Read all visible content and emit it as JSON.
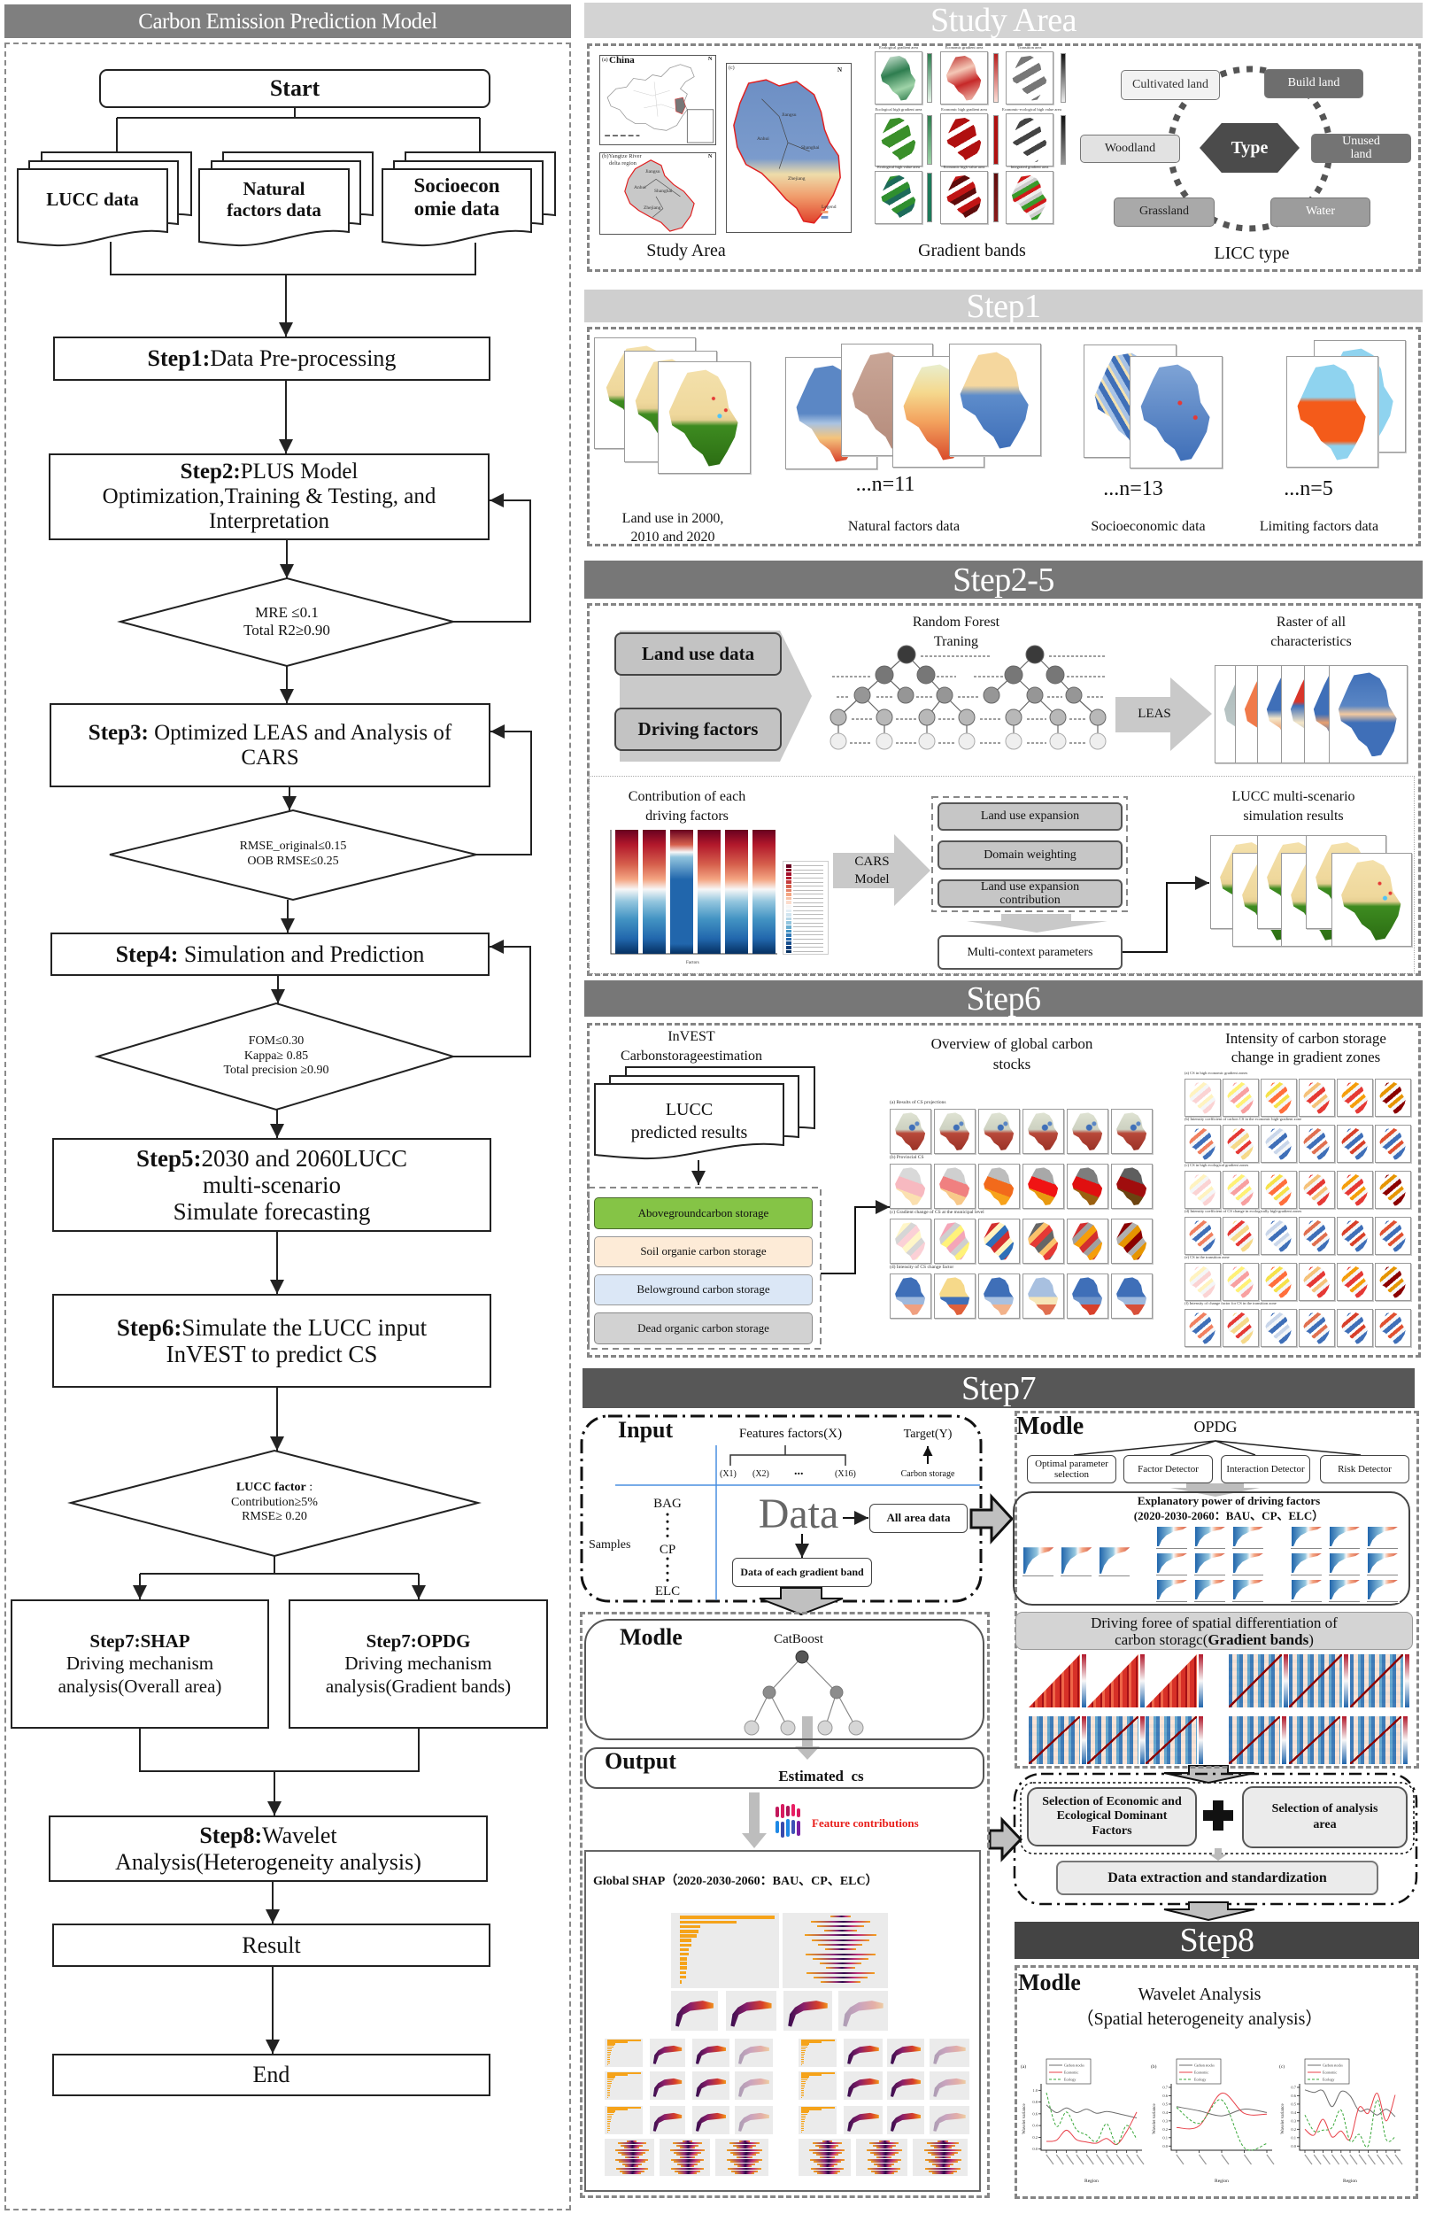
{
  "left_panel": {
    "title": "Carbon Emission Prediction Model",
    "start": "Start",
    "inputs": [
      {
        "lines": [
          "LUCC data"
        ]
      },
      {
        "lines": [
          "Natural",
          "factors data"
        ]
      },
      {
        "lines": [
          "Socioecon",
          "omie data"
        ]
      }
    ],
    "step1": {
      "prefix": "Step1:",
      "lines": [
        "Data Pre-processing"
      ]
    },
    "step2": {
      "prefix": "Step2:",
      "lines": [
        "PLUS Model",
        "Optimization,Training & Testing, and",
        "Interpretation"
      ]
    },
    "check1": {
      "lines": [
        "MRE ≤0.1",
        "Total R2≥0.90"
      ]
    },
    "step3": {
      "prefix": "Step3:",
      "lines": [
        " Optimized LEAS and Analysis of",
        "CARS"
      ]
    },
    "check2": {
      "lines": [
        "RMSE_original≤0.15",
        "OOB RMSE≤0.25"
      ]
    },
    "step4": {
      "prefix": "Step4:",
      "lines": [
        " Simulation and Prediction"
      ]
    },
    "check3": {
      "lines": [
        "FOM≤0.30",
        "Kappa≥ 0.85",
        "Total precision ≥0.90"
      ]
    },
    "step5": {
      "prefix": "Step5:",
      "lines": [
        "2030 and 2060LUCC",
        "multi-scenario",
        "Simulate forecasting"
      ]
    },
    "step6": {
      "prefix": "Step6:",
      "lines": [
        "Simulate the LUCC input",
        "InVEST to predict CS"
      ]
    },
    "check4": {
      "title": "LUCC factor",
      "title_suffix": " :",
      "lines": [
        "Contribution≥5%",
        "RMSE≥ 0.20"
      ]
    },
    "step7_shap": {
      "title": "Step7:SHAP",
      "lines": [
        "Driving mechanism",
        "analysis(Overall area)"
      ]
    },
    "step7_opdg": {
      "title": "Step7:OPDG",
      "lines": [
        "Driving mechanism",
        "analysis(Gradient bands)"
      ]
    },
    "step8": {
      "prefix": "Step8:",
      "lines": [
        "Wavelet",
        "Analysis(Heterogeneity analysis)"
      ]
    },
    "result": "Result",
    "end": "End"
  },
  "study_area": {
    "header": "Study Area",
    "map_a": {
      "label": "(a)",
      "title": "China",
      "north": "N"
    },
    "map_b": {
      "label": "(b)Yangtze River",
      "label_line2": "delta region",
      "north": "N",
      "provinces": [
        "Jiangsu",
        "Anhui",
        "Shanghai",
        "Zhejiang"
      ]
    },
    "map_c": {
      "label": "(c)",
      "north": "N",
      "legend": "Legend",
      "provinces": [
        "Jiangsu",
        "Anhui",
        "Shanghai",
        "Zhejiang"
      ]
    },
    "caption": "Study Area",
    "gradient_titles": [
      "Ecological gradient area",
      "Economic gradient area",
      "Transition area",
      "Ecological high gradient area",
      "Economic high gradient area",
      "Economic-ecological high value area",
      "Ecological high value area",
      "Economic high value area",
      "Integrated gradient area"
    ],
    "gradient_caption": "Gradient bands",
    "licc": {
      "center": "Type",
      "types": [
        "Cultivated land",
        "Build land",
        "Woodland",
        "Unused land",
        "Grassland",
        "Water"
      ],
      "caption": "LICC type"
    }
  },
  "step1": {
    "header": "Step1",
    "landuse_caption": [
      "Land use in 2000,",
      "2010 and 2020"
    ],
    "natural_count": "...n=11",
    "natural_caption": "Natural factors data",
    "socio_count": "...n=13",
    "socio_caption": "Socioeconomic data",
    "limiting_count": "...n=5",
    "limiting_caption": "Limiting factors data"
  },
  "step2_5": {
    "header": "Step2-5",
    "inputs": [
      "Land use data",
      "Driving factors"
    ],
    "rf_title": [
      "Random Forest",
      "Traning"
    ],
    "leas": "LEAS",
    "raster_title": [
      "Raster of all",
      "characteristics"
    ],
    "contribution_title": [
      "Contribution of each",
      "driving factors"
    ],
    "contribution_xlabel": "Factors",
    "cars": [
      "CARS",
      "Model"
    ],
    "cars_components": [
      "Land use expansion",
      "Domain weighting",
      "Land use expansion contribution"
    ],
    "cars_output": "Multi-context parameters",
    "results_title": [
      "LUCC multi-scenario",
      "simulation results"
    ]
  },
  "step6": {
    "header": "Step6",
    "invest_title": [
      "InVEST",
      "Carbonstorageestimation"
    ],
    "input_doc": [
      "LUCC",
      "predicted results"
    ],
    "carbon_pools": [
      "Abovegroundcarbon storage",
      "Soil organie carbon storage",
      "Belowground carbon storage",
      "Dead organic carbon storage"
    ],
    "overview_title": [
      "Overview of global carbon",
      "stocks"
    ],
    "overview_rows": [
      "(a) Results of CS projections",
      "(b) Provincial CS",
      "(c) Gradient change of CS at the municipal level",
      "(d) Intensity of CS change factor"
    ],
    "zones_title": [
      "Intensity of carbon storage",
      "change in gradient zones"
    ],
    "zones_rows": [
      "(a) CS in high economic gradient zones",
      "(b) Intensity coefficient of carbon CS in the economic high-gradient zone",
      "(c) CS in high ecological gradient zones",
      "(d) Intensity coefficient of CS change in ecologically high-gradient zones",
      "(e) CS in the transition zone",
      "(f) Intensity of change factor for CS in the transition zone"
    ]
  },
  "step7": {
    "header": "Step7",
    "input": {
      "title": "Input",
      "features": "Features factors(X)",
      "feature_items": [
        "(X1)",
        "(X2)",
        "...",
        "(X16)"
      ],
      "target": "Target(Y)",
      "target_item": "Carbon storage",
      "samples": "Samples",
      "sample_items": [
        "BAG",
        "CP",
        "ELC"
      ],
      "data": "Data",
      "all_area": "All area data",
      "gradient_band": "Data of each gradient band"
    },
    "shap_branch": {
      "model_label": "Modle",
      "model_name": "CatBoost",
      "output_label": "Output",
      "output_value": "Estimated  cs",
      "feature_contrib": "Feature contributions",
      "global_title": "Global SHAP（2020-2030-2060：BAU、CP、ELC）"
    },
    "opdg_branch": {
      "model_label": "Modle",
      "model_name": "OPDG",
      "detectors": [
        "Optimal parameter selection",
        "Factor Detector",
        "Interaction Detector",
        "Risk Detector"
      ],
      "explanatory_title": "Explanatory power of driving factors",
      "explanatory_subtitle": "(2020-2030-2060：BAU、CP、ELC）",
      "gradient_title_line1": "Driving foree of spatial differentiation of",
      "gradient_title_pre": "carbon storagc(",
      "gradient_title_bold": "Gradient bands",
      "gradient_title_post": ")",
      "selection_factors": "Selection of Economic and Ecological Dominant Factors",
      "selection_area": "Selection of analysis area",
      "extraction": "Data extraction and standardization"
    }
  },
  "step8": {
    "header": "Step8",
    "model_label": "Modle",
    "title": "Wavelet Analysis",
    "subtitle": "（Spatial heterogeneity analysis）",
    "charts": [
      {
        "label": "(a)",
        "ylabel": "Wavelet variance",
        "xlabel": "Region",
        "ylim": [
          -0.02,
          1.05
        ],
        "yticks": [
          0,
          0.2,
          0.4,
          0.6,
          0.8,
          1.0
        ],
        "series": [
          {
            "name": "Carbon stocks",
            "values": [
              0.75,
              0.62,
              0.7,
              0.62,
              0.68,
              0.61,
              0.64,
              0.61,
              0.57,
              0.53
            ]
          },
          {
            "name": "Economic",
            "values": [
              0.13,
              0.15,
              0.32,
              0.16,
              0.12,
              0.1,
              0.18,
              0.08,
              0.3,
              0.63
            ]
          },
          {
            "name": "Ecology",
            "values": [
              0.96,
              0.39,
              0.63,
              0.33,
              0.24,
              0.13,
              0.43,
              0.08,
              0.4,
              0.17
            ]
          }
        ]
      },
      {
        "label": "(b)",
        "ylabel": "Wavelet variance",
        "xlabel": "Region",
        "ylim": [
          -0.05,
          0.7
        ],
        "yticks": [
          0,
          0.1,
          0.2,
          0.3,
          0.4,
          0.5,
          0.6,
          0.7
        ],
        "series": [
          {
            "name": "Carbon stocks",
            "values": [
              0.47,
              0.42,
              0.36,
              0.44,
              0.4
            ]
          },
          {
            "name": "Economic",
            "values": [
              0.22,
              0.24,
              0.63,
              0.39,
              0.38
            ]
          },
          {
            "name": "Ecology",
            "values": [
              0.46,
              0.27,
              0.55,
              -0.02,
              0.03
            ]
          }
        ]
      },
      {
        "label": "(c)",
        "ylabel": "Wavelet variance",
        "xlabel": "Region",
        "ylim": [
          -0.05,
          0.7
        ],
        "yticks": [
          0,
          0.1,
          0.2,
          0.3,
          0.4,
          0.5,
          0.6,
          0.7
        ],
        "series": [
          {
            "name": "Carbon stocks",
            "values": [
              0.67,
              0.64,
              0.66,
              0.47,
              0.65,
              0.6,
              0.42,
              0.44,
              0.37,
              0.44,
              0.35
            ]
          },
          {
            "name": "Economic",
            "values": [
              0.2,
              0.13,
              0.32,
              0.11,
              0.18,
              0.08,
              0.46,
              0.39,
              0.63,
              0.3,
              0.61
            ]
          },
          {
            "name": "Ecology",
            "values": [
              0.37,
              0.18,
              0.19,
              0.22,
              0.43,
              0.06,
              0.14,
              0.0,
              0.55,
              0.08,
              0.11
            ]
          }
        ]
      }
    ]
  },
  "colors": {
    "header_light": "#d3d3d3",
    "header_mid": "#777777",
    "header_dark": "#575757",
    "header_darkest": "#444444",
    "aboveground_fill": "#85c446",
    "soil_fill": "#fdebd7",
    "belowground_fill": "#dbe7f6",
    "dead_fill": "#d2d2d2",
    "feature_contrib_text": "#e8201c",
    "table_divider": "#4a8fe0"
  }
}
